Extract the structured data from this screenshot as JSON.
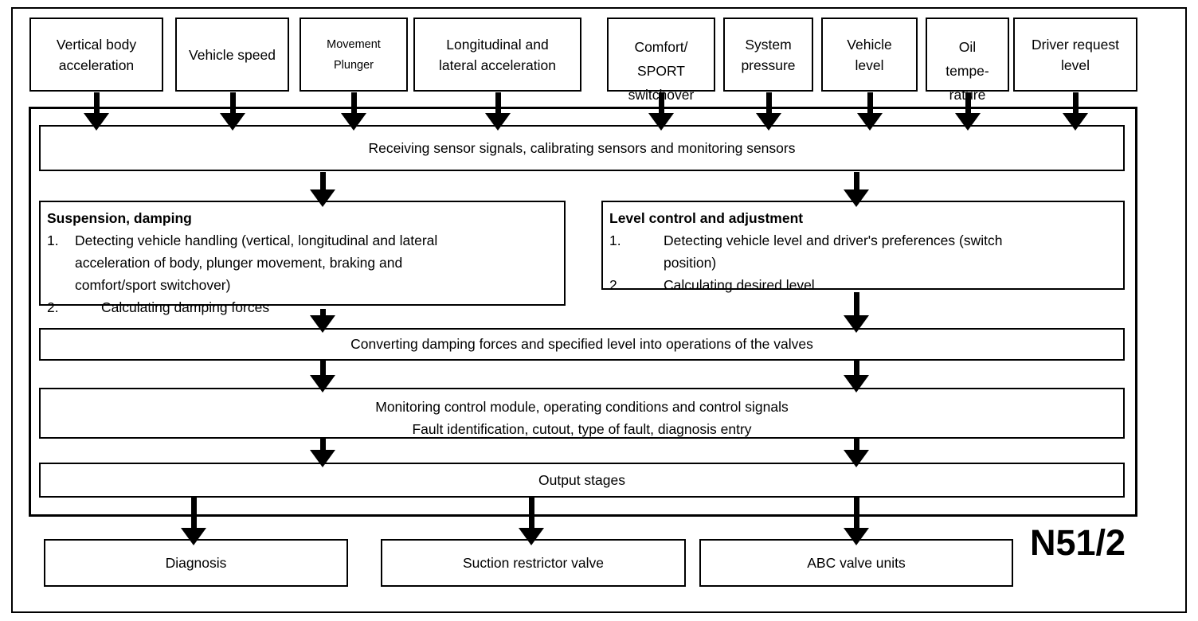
{
  "module_label": "N51/2",
  "inputs": [
    {
      "label": "Vertical body\nacceleration"
    },
    {
      "label": "Vehicle speed"
    },
    {
      "label": "Movement\nPlunger"
    },
    {
      "label": "Longitudinal and\nlateral acceleration"
    },
    {
      "label": "Comfort/\nSPORT\nswitchover"
    },
    {
      "label": "System\npressure"
    },
    {
      "label": "Vehicle\nlevel"
    },
    {
      "label": "Oil\ntempe-\nrature"
    },
    {
      "label": "Driver request\nlevel"
    }
  ],
  "stages": {
    "receiving": "Receiving sensor signals, calibrating sensors and monitoring sensors",
    "suspension": {
      "title": "Suspension, damping",
      "items": [
        {
          "num": "1.",
          "text": "Detecting vehicle handling (vertical, longitudinal and lateral\nacceleration of body, plunger movement, braking and\ncomfort/sport switchover)"
        },
        {
          "num": "2.",
          "text": "Calculating damping forces"
        }
      ]
    },
    "level_control": {
      "title": "Level control and adjustment",
      "items": [
        {
          "num": "1.",
          "text": "Detecting vehicle level and driver's preferences (switch\nposition)"
        },
        {
          "num": "2.",
          "text": "Calculating desired level"
        }
      ]
    },
    "converting": "Converting damping forces and specified level into operations of the valves",
    "monitoring_line1": "Monitoring control module, operating conditions and control signals",
    "monitoring_line2": "Fault identification, cutout, type of fault, diagnosis entry",
    "output_stages": "Output stages"
  },
  "outputs": [
    {
      "label": "Diagnosis"
    },
    {
      "label": "Suction restrictor valve"
    },
    {
      "label": "ABC valve units"
    }
  ]
}
